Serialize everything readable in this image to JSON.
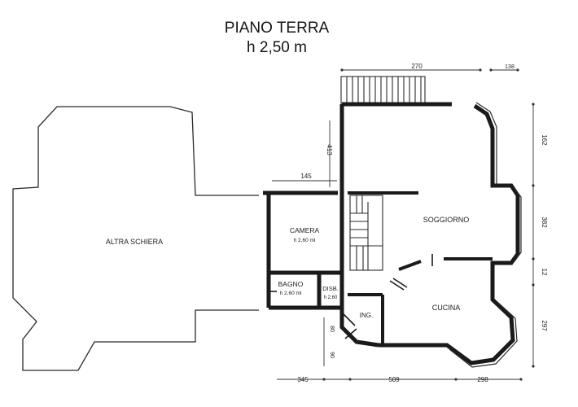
{
  "header": {
    "title": "PIANO TERRA",
    "subtitle": "h 2,50 m"
  },
  "rooms": {
    "other_unit": "ALTRA SCHIERA",
    "bedroom": "CAMERA",
    "bedroom_height": "h 2,60 ml",
    "bathroom": "BAGNO",
    "bathroom_height": "h 2,60 ml",
    "hallway": "DISB.",
    "hallway_height": "h 2,60",
    "living": "SOGGIORNO",
    "kitchen": "CUCINA",
    "entrance": "ING."
  },
  "dimensions": {
    "top_width": "270",
    "top_right": "138",
    "left_step_width": "145",
    "left_step_height": "413",
    "right_1": "162",
    "right_2": "382",
    "right_3": "12",
    "right_4": "297",
    "bottom_left": "345",
    "bottom_mid": "509",
    "bottom_right": "298",
    "entry_1": "80",
    "entry_2": "90"
  },
  "colors": {
    "wall": "#1a1a1a",
    "line": "#2a2a2a",
    "paper": "#ffffff"
  }
}
